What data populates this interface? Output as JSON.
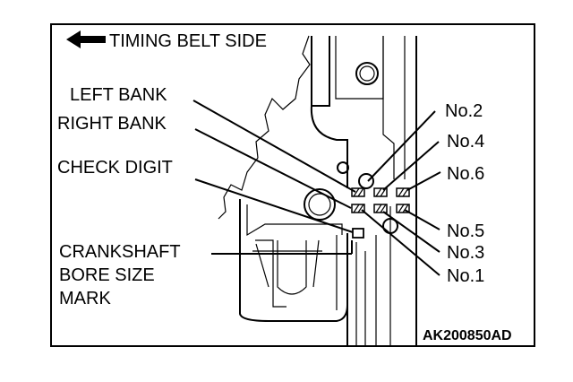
{
  "header": {
    "direction_arrow_icon": "left-arrow-icon",
    "timing_belt_side": "TIMING BELT SIDE"
  },
  "labels": {
    "left_bank": "LEFT BANK",
    "right_bank": "RIGHT BANK",
    "check_digit": "CHECK DIGIT",
    "crankshaft_line1": "CRANKSHAFT",
    "crankshaft_line2": "BORE SIZE",
    "crankshaft_line3": "MARK"
  },
  "numbers": {
    "no2": "No.2",
    "no4": "No.4",
    "no6": "No.6",
    "no5": "No.5",
    "no3": "No.3",
    "no1": "No.1"
  },
  "figure_code": "AK200850AD"
}
